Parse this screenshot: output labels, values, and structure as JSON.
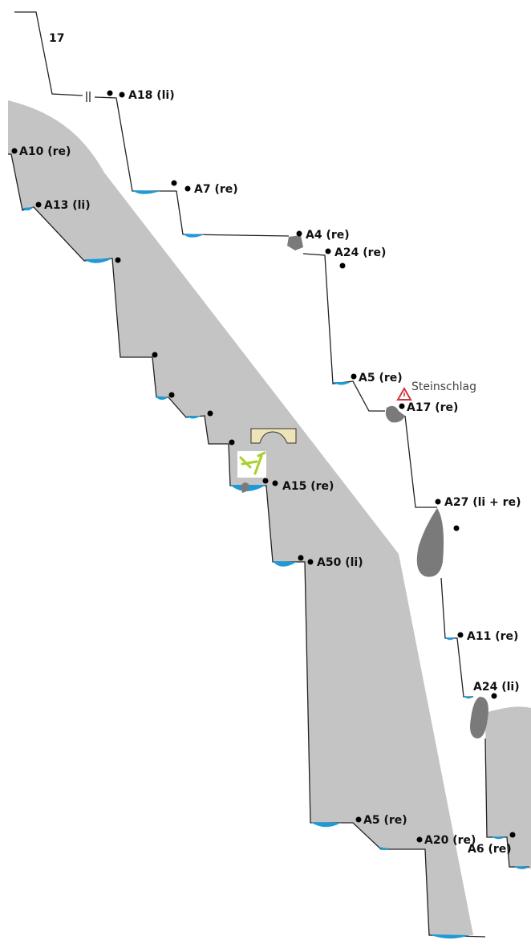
{
  "colors": {
    "rock_face": "#c4c4c4",
    "water": "#1f9ad6",
    "boulder": "#7a7a7a",
    "warning": "#d0343c",
    "bridge": "#efe4b8",
    "jump": "#a8d02a"
  },
  "labels": {
    "section": "17",
    "a18": "A18 (li)",
    "a10": "A10 (re)",
    "a7": "A7 (re)",
    "a13": "A13 (li)",
    "a4": "A4 (re)",
    "a24_top": "A24 (re)",
    "a5_top": "A5 (re)",
    "steinschlag": "Steinschlag",
    "a17": "A17 (re)",
    "a15": "A15 (re)",
    "a27": "A27 (li + re)",
    "a50": "A50 (li)",
    "a11": "A11 (re)",
    "a24_li": "A24 (li)",
    "a5_bottom": "A5 (re)",
    "a20": "A20 (re)",
    "a6": "A6 (re)"
  },
  "icons": [
    "warning-triangle-icon",
    "natural-bridge-icon",
    "jump-icon"
  ]
}
